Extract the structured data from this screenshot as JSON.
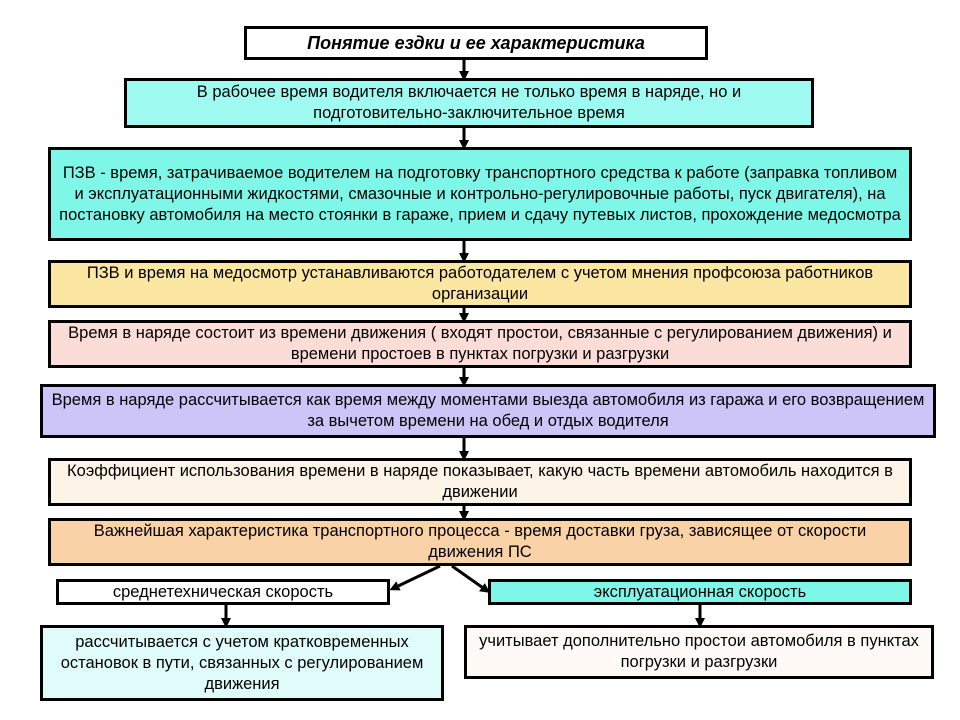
{
  "diagram": {
    "title": "Понятие ездки и ее характеристика",
    "nodes": {
      "working_time": "В рабочее время водителя включается не только время в наряде, но и подготовительно-заключительное время",
      "pzv_definition": "ПЗВ - время, затрачиваемое водителем на подготовку транспортного средства к работе (заправка топливом и эксплуатационными жидкостями, смазочные и контрольно-регулировочные работы, пуск двигателя), на постановку автомобиля на место стоянки в гараже, прием и сдачу путевых листов, прохождение медосмотра",
      "pzv_setting": "ПЗВ и время на медосмотр устанавливаются работодателем с учетом мнения профсоюза работников организации",
      "duty_time_composition": "Время в наряде состоит из времени движения ( входят простои, связанные с регулированием движения) и времени простоев в пунктах погрузки и разгрузки",
      "duty_time_calculation": "Время в наряде рассчитывается как время между моментами выезда автомобиля из гаража и его возвращением за вычетом времени на обед и отдых водителя",
      "utilization_coefficient": "Коэффициент использования времени в наряде показывает, какую часть времени автомобиль находится в движении",
      "key_characteristic": "Важнейшая характеристика транспортного процесса - время доставки груза, зависящее от скорости движения ПС",
      "technical_speed": "среднетехническая скорость",
      "operational_speed": "эксплуатационная скорость",
      "technical_speed_note": "рассчитывается с учетом кратковременных остановок в пути, связанных с регулированием движения",
      "operational_speed_note": "учитывает дополнительно простои автомобиля в пунктах погрузки и разгрузки"
    }
  }
}
